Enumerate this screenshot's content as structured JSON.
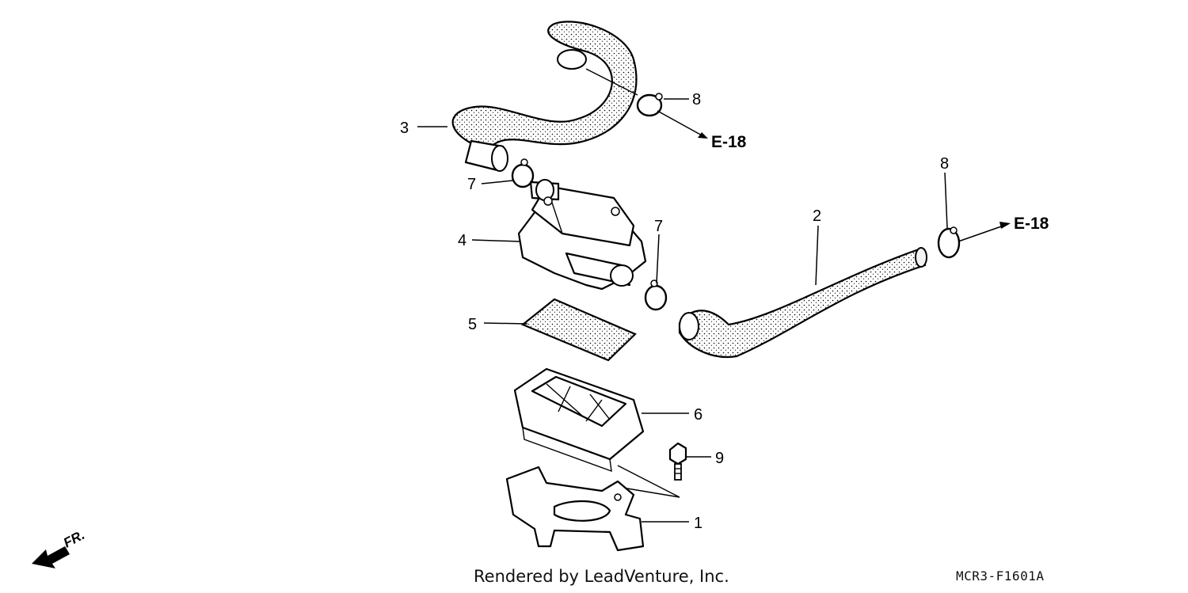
{
  "callouts": {
    "c1": "1",
    "c2": "2",
    "c3": "3",
    "c4": "4",
    "c5": "5",
    "c6": "6",
    "c7a": "7",
    "c7b": "7",
    "c8a": "8",
    "c8b": "8",
    "c9": "9"
  },
  "refs": {
    "ref_upper": "E-18",
    "ref_right": "E-18"
  },
  "direction_label": "FR.",
  "credit": "Rendered by LeadVenture, Inc.",
  "diagram_code": "MCR3-F1601A"
}
